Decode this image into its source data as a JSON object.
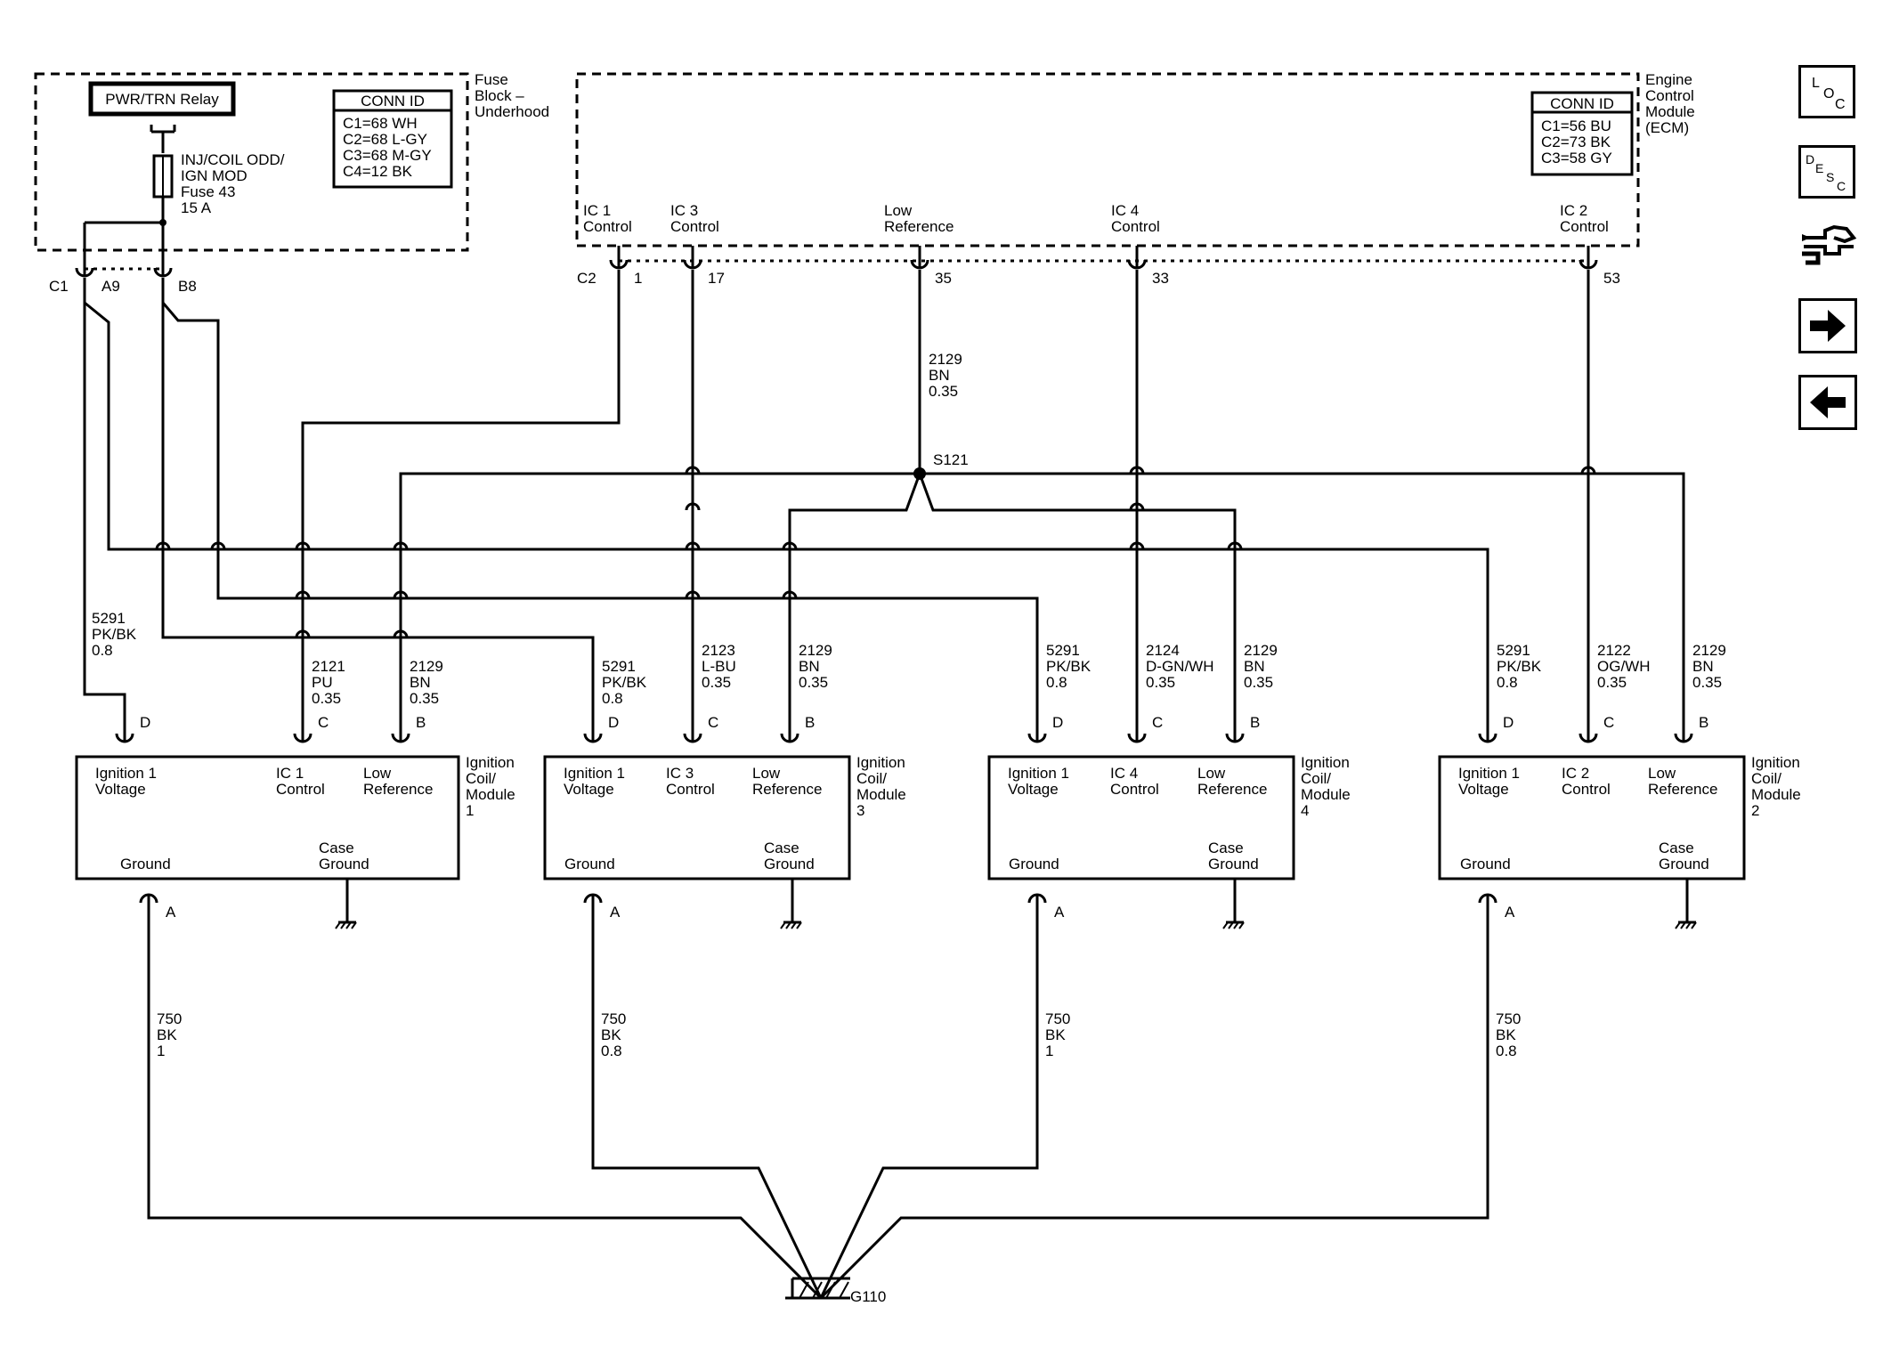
{
  "fuse_block": {
    "title": [
      "Fuse",
      "Block –",
      "Underhood"
    ],
    "relay": "PWR/TRN Relay",
    "fuse": [
      "INJ/COIL ODD/",
      "IGN MOD",
      "Fuse 43",
      "15 A"
    ],
    "conn_id": {
      "title": "CONN ID",
      "rows": [
        "C1=68 WH",
        "C2=68 L-GY",
        "C3=68 M-GY",
        "C4=12 BK"
      ]
    },
    "connector": "C1",
    "pins": [
      "A9",
      "B8"
    ]
  },
  "ecm": {
    "title": [
      "Engine",
      "Control",
      "Module",
      "(ECM)"
    ],
    "conn_id": {
      "title": "CONN ID",
      "rows": [
        "C1=56 BU",
        "C2=73 BK",
        "C3=58 GY"
      ]
    },
    "connector": "C2",
    "terminals": [
      {
        "label": [
          "IC 1",
          "Control"
        ],
        "pin": "1"
      },
      {
        "label": [
          "IC 3",
          "Control"
        ],
        "pin": "17"
      },
      {
        "label": [
          "Low",
          "Reference"
        ],
        "pin": "35"
      },
      {
        "label": [
          "IC 4",
          "Control"
        ],
        "pin": "33"
      },
      {
        "label": [
          "IC 2",
          "Control"
        ],
        "pin": "53"
      }
    ]
  },
  "splice": {
    "name": "S121",
    "wire": [
      "2129",
      "BN",
      "0.35"
    ]
  },
  "coils": [
    {
      "title": [
        "Ignition",
        "Coil/",
        "Module",
        "1"
      ],
      "pins": [
        {
          "letter": "D",
          "label": [
            "Ignition 1",
            "Voltage"
          ],
          "wire": [
            "5291",
            "PK/BK",
            "0.8"
          ]
        },
        {
          "letter": "C",
          "label": [
            "IC 1",
            "Control"
          ],
          "wire": [
            "2121",
            "PU",
            "0.35"
          ]
        },
        {
          "letter": "B",
          "label": [
            "Low",
            "Reference"
          ],
          "wire": [
            "2129",
            "BN",
            "0.35"
          ]
        }
      ],
      "ground": "Ground",
      "case_ground": [
        "Case",
        "Ground"
      ],
      "pin_a": "A",
      "ground_wire": [
        "750",
        "BK",
        "1"
      ]
    },
    {
      "title": [
        "Ignition",
        "Coil/",
        "Module",
        "3"
      ],
      "pins": [
        {
          "letter": "D",
          "label": [
            "Ignition 1",
            "Voltage"
          ],
          "wire": [
            "5291",
            "PK/BK",
            "0.8"
          ]
        },
        {
          "letter": "C",
          "label": [
            "IC 3",
            "Control"
          ],
          "wire": [
            "2123",
            "L-BU",
            "0.35"
          ]
        },
        {
          "letter": "B",
          "label": [
            "Low",
            "Reference"
          ],
          "wire": [
            "2129",
            "BN",
            "0.35"
          ]
        }
      ],
      "ground": "Ground",
      "case_ground": [
        "Case",
        "Ground"
      ],
      "pin_a": "A",
      "ground_wire": [
        "750",
        "BK",
        "0.8"
      ]
    },
    {
      "title": [
        "Ignition",
        "Coil/",
        "Module",
        "4"
      ],
      "pins": [
        {
          "letter": "D",
          "label": [
            "Ignition 1",
            "Voltage"
          ],
          "wire": [
            "5291",
            "PK/BK",
            "0.8"
          ]
        },
        {
          "letter": "C",
          "label": [
            "IC 4",
            "Control"
          ],
          "wire": [
            "2124",
            "D-GN/WH",
            "0.35"
          ]
        },
        {
          "letter": "B",
          "label": [
            "Low",
            "Reference"
          ],
          "wire": [
            "2129",
            "BN",
            "0.35"
          ]
        }
      ],
      "ground": "Ground",
      "case_ground": [
        "Case",
        "Ground"
      ],
      "pin_a": "A",
      "ground_wire": [
        "750",
        "BK",
        "1"
      ]
    },
    {
      "title": [
        "Ignition",
        "Coil/",
        "Module",
        "2"
      ],
      "pins": [
        {
          "letter": "D",
          "label": [
            "Ignition 1",
            "Voltage"
          ],
          "wire": [
            "5291",
            "PK/BK",
            "0.8"
          ]
        },
        {
          "letter": "C",
          "label": [
            "IC 2",
            "Control"
          ],
          "wire": [
            "2122",
            "OG/WH",
            "0.35"
          ]
        },
        {
          "letter": "B",
          "label": [
            "Low",
            "Reference"
          ],
          "wire": [
            "2129",
            "BN",
            "0.35"
          ]
        }
      ],
      "ground": "Ground",
      "case_ground": [
        "Case",
        "Ground"
      ],
      "pin_a": "A",
      "ground_wire": [
        "750",
        "BK",
        "0.8"
      ]
    }
  ],
  "ground_point": "G110",
  "nav": {
    "loc": [
      "L",
      "O",
      "C"
    ],
    "desc": [
      "D",
      "E",
      "S",
      "C"
    ],
    "buttons": [
      "loc-icon",
      "desc-icon",
      "harness-icon",
      "arrow-right-icon",
      "arrow-left-icon"
    ]
  }
}
